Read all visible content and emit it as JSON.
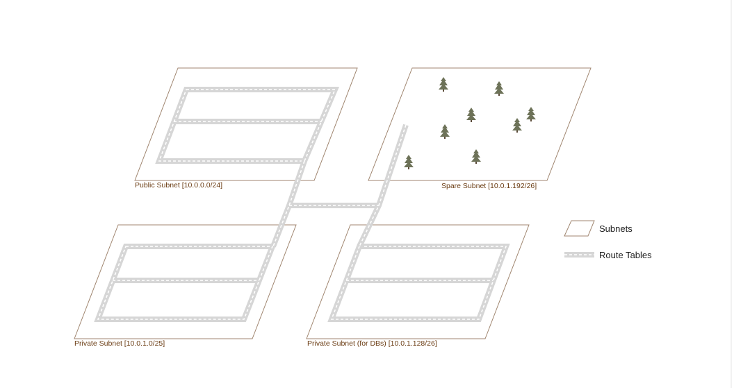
{
  "subnets": [
    {
      "id": "public",
      "label": "Public Subnet [10.0.0.0/24]"
    },
    {
      "id": "spare",
      "label": "Spare Subnet [10.0.1.192/26]"
    },
    {
      "id": "private",
      "label": "Private Subnet [10.0.1.0/25]"
    },
    {
      "id": "private-db",
      "label": "Private Subnet (for DBs) [10.0.1.128/26]"
    }
  ],
  "legend": {
    "subnets_label": "Subnets",
    "route_tables_label": "Route Tables"
  },
  "colors": {
    "subnet_outline": "#a08670",
    "label_text": "#6b3d14",
    "route_table_gray": "#d6d6d6",
    "route_table_dash": "#ffffff",
    "tree": "#6d7258"
  }
}
